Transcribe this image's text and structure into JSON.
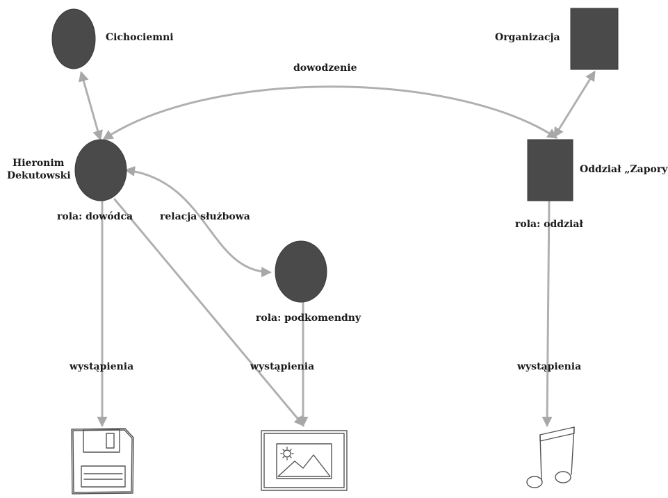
{
  "nodes": {
    "cichociemni": "Cichociemni",
    "organizacja": "Organizacja",
    "hieronim": [
      "Hieronim",
      "Dekutowski"
    ],
    "oddzial": "Oddział „Zapory”"
  },
  "roles": {
    "dowodca": "rola: dowódca",
    "oddzial": "rola: oddział",
    "podkomendny": "rola: podkomendny"
  },
  "edges": {
    "dowodzenie": "dowodzenie",
    "relacja": "relacja służbowa",
    "wystapienia_1": "wystąpienia",
    "wystapienia_2": "wystąpienia",
    "wystapienia_3": "wystąpienia"
  },
  "icons": {
    "floppy": "floppy-disk-icon",
    "picture": "framed-picture-icon",
    "music": "music-note-icon"
  },
  "colors": {
    "node": "#4a4a4a",
    "edge": "#b0b0b0",
    "text": "#1a1a1a"
  }
}
